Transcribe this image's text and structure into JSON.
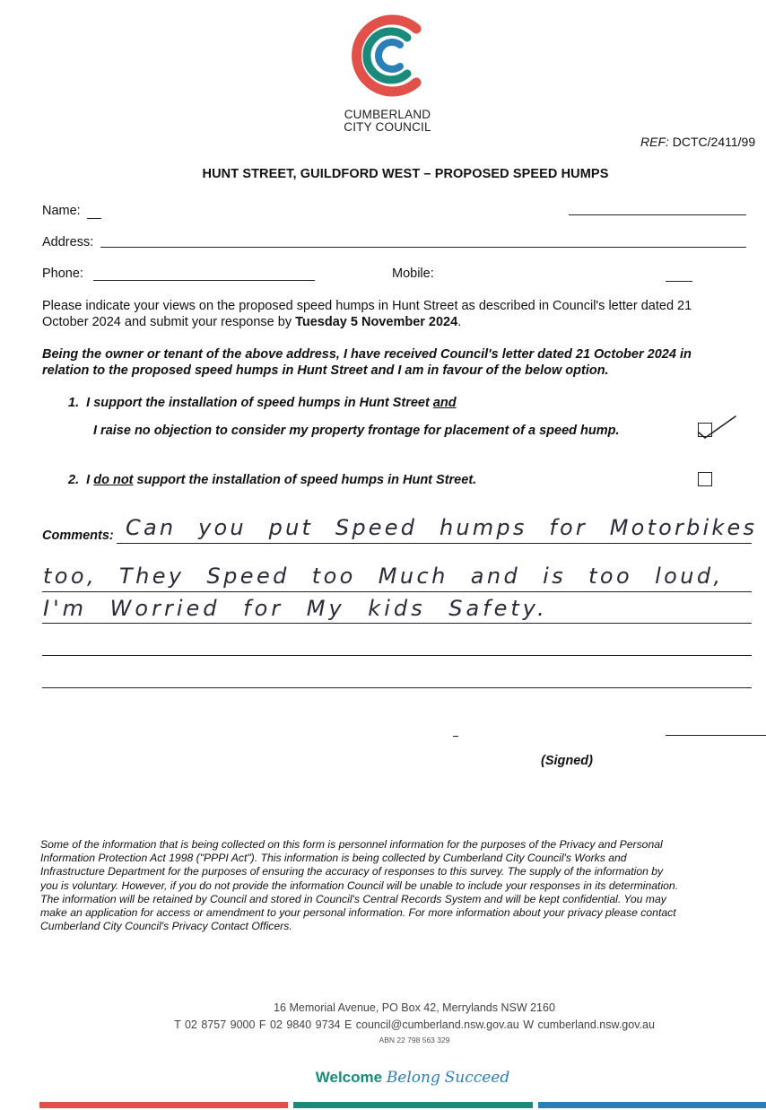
{
  "header": {
    "org_line1": "CUMBERLAND",
    "org_line2": "CITY COUNCIL",
    "ref_label": "REF:",
    "ref_value": "DCTC/2411/99"
  },
  "title": "HUNT STREET, GUILDFORD WEST – PROPOSED SPEED HUMPS",
  "fields": {
    "name_label": "Name:",
    "address_label": "Address:",
    "phone_label": "Phone:",
    "mobile_label": "Mobile:"
  },
  "intro": {
    "line1": "Please indicate your views on the proposed speed humps in Hunt Street as described in Council's letter dated 21",
    "line2_pre": "October 2024 and submit your response by ",
    "line2_bold": "Tuesday 5 November 2024",
    "line2_post": "."
  },
  "declaration": {
    "line1": "Being the owner or tenant of the above address, I have received Council's letter dated 21 October 2024 in",
    "line2": "relation to the proposed speed humps in Hunt Street and I am in favour of the below option."
  },
  "options": [
    {
      "number": "1.",
      "text_a": "I support the installation of speed humps in Hunt Street ",
      "text_a_u": "and",
      "text_b": "I raise no objection to consider my property frontage for placement of a speed hump.",
      "checked": true
    },
    {
      "number": "2.",
      "text_pre": "I ",
      "text_u": "do not",
      "text_post": " support the installation of speed humps in Hunt Street.",
      "checked": false
    }
  ],
  "comments": {
    "label": "Comments:",
    "handwritten": [
      "Can you put Speed humps for Motorbikes",
      "too, They Speed too Much and is too loud,",
      "I'm Worried for My kids Safety."
    ]
  },
  "signed_label": "(Signed)",
  "privacy": [
    "Some of the information that is being collected on this form is personnel information for the purposes of the Privacy and Personal",
    "Information Protection Act 1998 (\"PPPI Act\"). This information is being collected by Cumberland City Council's Works and",
    "Infrastructure Department for the purposes of ensuring the accuracy of responses to this survey. The supply of the information by",
    "you is voluntary. However, if you do not provide the information Council will be unable to include your responses in its determination.",
    "The information will be retained by Council and stored in Council's Central Records System and will be kept confidential. You may",
    "make an application for access or amendment to your personal information. For more information about your privacy please contact",
    "Cumberland City Council's Privacy Contact Officers."
  ],
  "footer": {
    "address": "16 Memorial Avenue, PO Box 42, Merrylands NSW 2160",
    "contact": "T 02 8757 9000   F 02 9840 9734   E council@cumberland.nsw.gov.au   W cumberland.nsw.gov.au",
    "abn": "ABN 22 798 563 329",
    "slogan_welcome": "Welcome",
    "slogan_belong": "Belong",
    "slogan_succeed": "Succeed"
  },
  "colors": {
    "red": "#e2504a",
    "teal": "#1a8a7a",
    "blue": "#2b7fb8"
  }
}
